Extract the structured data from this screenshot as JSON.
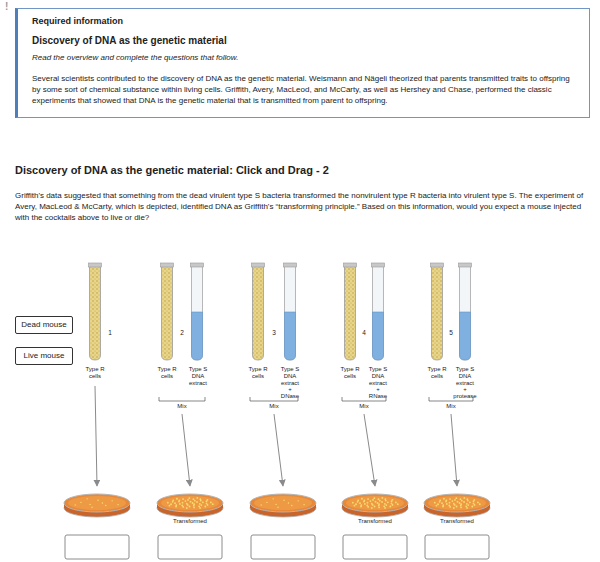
{
  "diagram": {
    "title": "Discovery of DNA as the genetic material: Click and Drag - 2",
    "nodes": [
      {
        "text": [
          "Required information",
          "Discovery of DNA as the genetic material",
          "Read the overview and complete the questions that follow.",
          "Several scientists contributed to the discovery of DNA as the genetic material. Weismann and Nägeli theorized that parents transmitted traits to offspring by some sort of chemical substance within living cells. Griffith, Avery, MacLeod, and McCarty, as well as Hershey and Chase, performed the classic experiments that showed that DNA is the genetic material that is transmitted from parent to offspring."
        ]
      },
      {
        "text": [
          "Dead mouse"
        ]
      },
      {
        "text": [
          "Live mouse"
        ]
      }
    ],
    "labels": [
      "!",
      "Griffith's data suggested that something from the dead virulent type S bacteria transformed the nonvirulent type R bacteria into virulent type S. The experiment of Avery, MacLeod & McCarty, which is depicted, identified DNA as Griffith's “transforming principle.” Based on this information, would you expect a mouse injected with the cocktails above to live or die?",
      "1",
      "2",
      "3",
      "4",
      "5",
      "Type R cells",
      "Type R cells",
      "Type S DNA extract",
      "Type R cells",
      "Type S DNA extract",
      "+",
      "DNase",
      "Type R cells",
      "Type S DNA extract",
      "+",
      "RNase",
      "Type R cells",
      "Type S DNA extract",
      "+",
      "protease",
      "Mix",
      "Mix",
      "Mix",
      "Mix",
      "Transformed",
      "Transformed",
      "Transformed"
    ]
  }
}
